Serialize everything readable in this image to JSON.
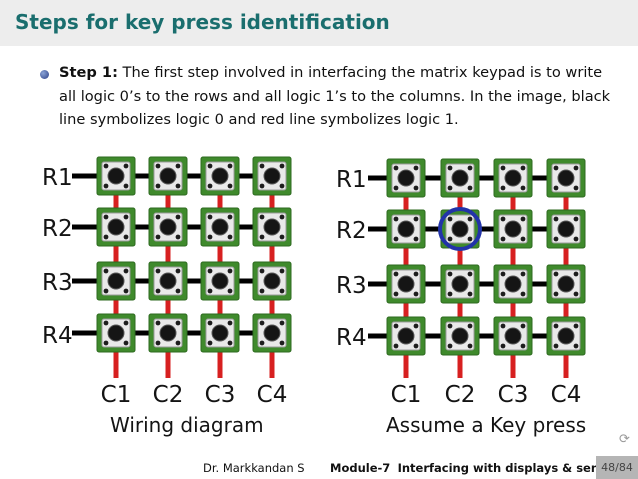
{
  "slide": {
    "title": "Steps for key press identification",
    "step_label": "Step 1:",
    "step_text": "The first step involved in interfacing the matrix keypad is to write all logic 0’s to the rows and all logic 1’s to the columns. In the image, black line symbolizes logic 0 and red line symbolizes logic 1."
  },
  "left_diagram": {
    "rows": [
      "R1",
      "R2",
      "R3",
      "R4"
    ],
    "columns": [
      "C1",
      "C2",
      "C3",
      "C4"
    ],
    "caption": "Wiring diagram"
  },
  "right_diagram": {
    "rows": [
      "R1",
      "R2",
      "R3",
      "R4"
    ],
    "columns": [
      "C1",
      "C2",
      "C3",
      "C4"
    ],
    "caption": "Assume a Key press",
    "pressed_key": {
      "row": "R2",
      "column": "C2"
    }
  },
  "colors": {
    "title": "#1a6e6e",
    "row_line_logic0": "#000000",
    "column_line_logic1": "#d72020",
    "key_board": "#3f8a2c",
    "press_highlight": "#2233a8"
  },
  "footer": {
    "author": "Dr. Markkandan S",
    "module": "Module-7",
    "module_title": "Interfacing with displays & sensors",
    "page": "48/84"
  },
  "nav_icon": "refresh-icon"
}
